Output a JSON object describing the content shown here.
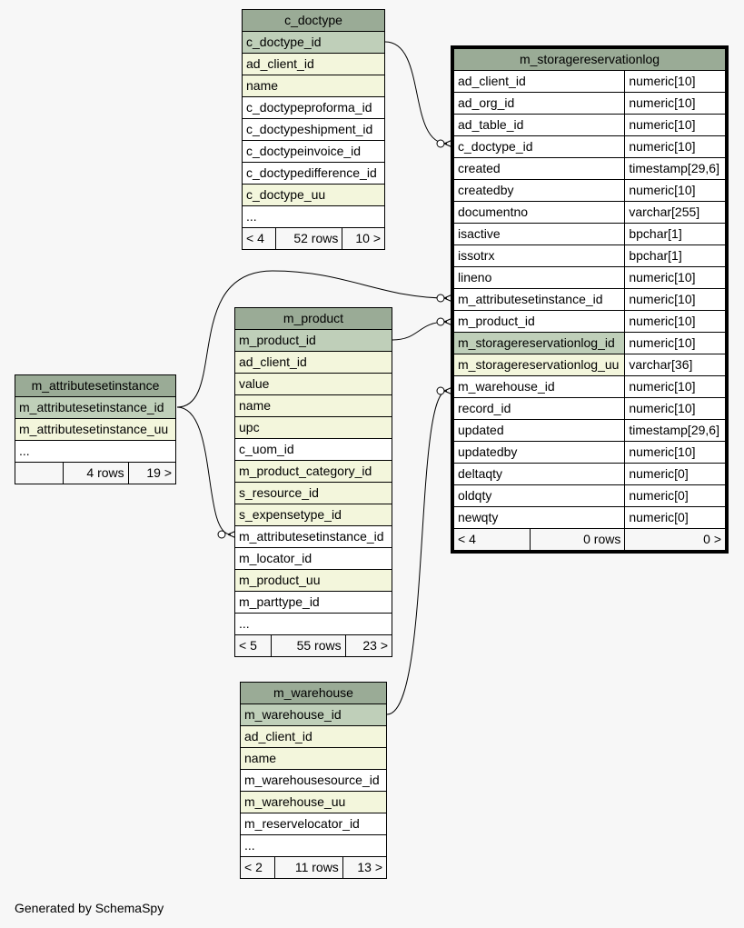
{
  "tables": {
    "c_doctype": {
      "name": "c_doctype",
      "rows": [
        "c_doctype_id",
        "ad_client_id",
        "name",
        "c_doctypeproforma_id",
        "c_doctypeshipment_id",
        "c_doctypeinvoice_id",
        "c_doctypedifference_id",
        "c_doctype_uu",
        "..."
      ],
      "footer": [
        "< 4",
        "52 rows",
        "10 >"
      ]
    },
    "m_storagereservationlog": {
      "name": "m_storagereservationlog",
      "rows": [
        [
          "ad_client_id",
          "numeric[10]"
        ],
        [
          "ad_org_id",
          "numeric[10]"
        ],
        [
          "ad_table_id",
          "numeric[10]"
        ],
        [
          "c_doctype_id",
          "numeric[10]"
        ],
        [
          "created",
          "timestamp[29,6]"
        ],
        [
          "createdby",
          "numeric[10]"
        ],
        [
          "documentno",
          "varchar[255]"
        ],
        [
          "isactive",
          "bpchar[1]"
        ],
        [
          "issotrx",
          "bpchar[1]"
        ],
        [
          "lineno",
          "numeric[10]"
        ],
        [
          "m_attributesetinstance_id",
          "numeric[10]"
        ],
        [
          "m_product_id",
          "numeric[10]"
        ],
        [
          "m_storagereservationlog_id",
          "numeric[10]"
        ],
        [
          "m_storagereservationlog_uu",
          "varchar[36]"
        ],
        [
          "m_warehouse_id",
          "numeric[10]"
        ],
        [
          "record_id",
          "numeric[10]"
        ],
        [
          "updated",
          "timestamp[29,6]"
        ],
        [
          "updatedby",
          "numeric[10]"
        ],
        [
          "deltaqty",
          "numeric[0]"
        ],
        [
          "oldqty",
          "numeric[0]"
        ],
        [
          "newqty",
          "numeric[0]"
        ]
      ],
      "footer": [
        "< 4",
        "0 rows",
        "0 >"
      ]
    },
    "m_product": {
      "name": "m_product",
      "rows": [
        "m_product_id",
        "ad_client_id",
        "value",
        "name",
        "upc",
        "c_uom_id",
        "m_product_category_id",
        "s_resource_id",
        "s_expensetype_id",
        "m_attributesetinstance_id",
        "m_locator_id",
        "m_product_uu",
        "m_parttype_id",
        "..."
      ],
      "footer": [
        "< 5",
        "55 rows",
        "23 >"
      ]
    },
    "m_attributesetinstance": {
      "name": "m_attributesetinstance",
      "rows": [
        "m_attributesetinstance_id",
        "m_attributesetinstance_uu",
        "..."
      ],
      "footer": [
        "",
        "4 rows",
        "19 >"
      ]
    },
    "m_warehouse": {
      "name": "m_warehouse",
      "rows": [
        "m_warehouse_id",
        "ad_client_id",
        "name",
        "m_warehousesource_id",
        "m_warehouse_uu",
        "m_reservelocator_id",
        "..."
      ],
      "footer": [
        "< 2",
        "11 rows",
        "13 >"
      ]
    }
  },
  "footer_text": "Generated by SchemaSpy"
}
